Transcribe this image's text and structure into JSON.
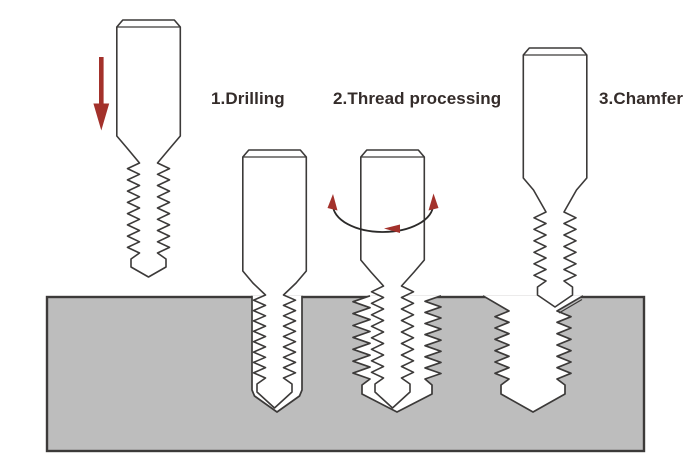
{
  "diagram": {
    "steps": [
      {
        "label": "1.Drilling"
      },
      {
        "label": "2.Thread processing"
      },
      {
        "label": "3.Chamfer"
      }
    ],
    "icons": {
      "feed_arrow": "down-arrow-icon",
      "rotation_arrow": "rotation-arrow-icon"
    },
    "colors": {
      "accent_red": "#a3312b",
      "material_gray": "#bdbdbd",
      "line": "#3c3a39",
      "text": "#342c2a",
      "background": "#ffffff"
    }
  }
}
